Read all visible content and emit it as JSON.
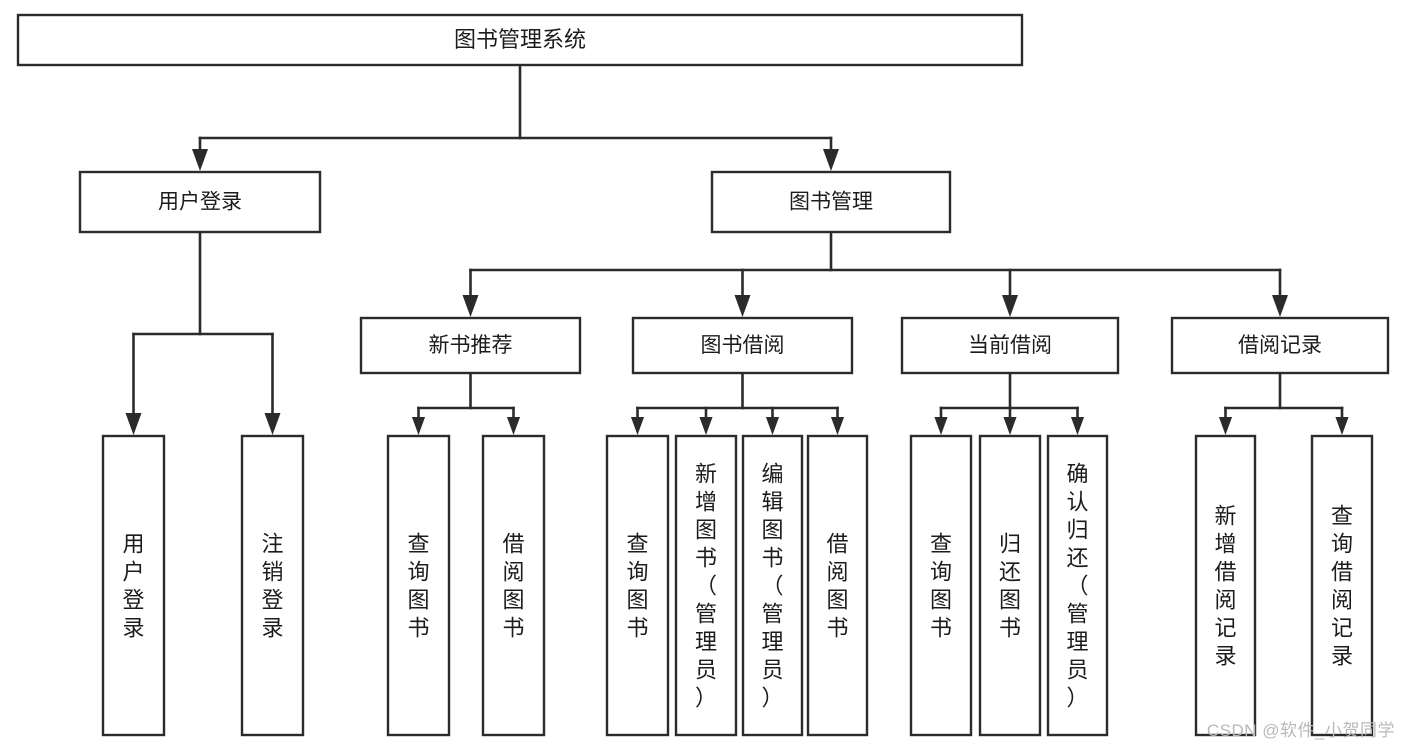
{
  "diagram": {
    "type": "tree",
    "title": "图书管理系统",
    "orientation": "top-down",
    "watermark": "CSDN @软件_小贺同学",
    "colors": {
      "box_stroke": "#2b2b2b",
      "box_fill": "#ffffff",
      "text": "#1c1c1c",
      "connector": "#2b2b2b",
      "background": "#ffffff",
      "watermark": "#b9b9b9"
    },
    "root": {
      "id": "root",
      "label": "图书管理系统"
    },
    "level2": [
      {
        "id": "user-login",
        "label": "用户登录"
      },
      {
        "id": "book-management",
        "label": "图书管理"
      }
    ],
    "level3": [
      {
        "id": "new-book-recommend",
        "label": "新书推荐",
        "parent": "book-management"
      },
      {
        "id": "book-borrow",
        "label": "图书借阅",
        "parent": "book-management"
      },
      {
        "id": "current-borrow",
        "label": "当前借阅",
        "parent": "book-management"
      },
      {
        "id": "borrow-record",
        "label": "借阅记录",
        "parent": "book-management"
      }
    ],
    "leaves": [
      {
        "id": "leaf-user-login",
        "label": "用户登录",
        "parent": "user-login"
      },
      {
        "id": "leaf-user-logout",
        "label": "注销登录",
        "parent": "user-login"
      },
      {
        "id": "leaf-query-book-1",
        "label": "查询图书",
        "parent": "new-book-recommend"
      },
      {
        "id": "leaf-borrow-book-1",
        "label": "借阅图书",
        "parent": "new-book-recommend"
      },
      {
        "id": "leaf-query-book-2",
        "label": "查询图书",
        "parent": "book-borrow"
      },
      {
        "id": "leaf-add-book",
        "label": "新增图书（管理员）",
        "parent": "book-borrow"
      },
      {
        "id": "leaf-edit-book",
        "label": "编辑图书（管理员）",
        "parent": "book-borrow"
      },
      {
        "id": "leaf-borrow-book-2",
        "label": "借阅图书",
        "parent": "book-borrow"
      },
      {
        "id": "leaf-query-book-3",
        "label": "查询图书",
        "parent": "current-borrow"
      },
      {
        "id": "leaf-return-book",
        "label": "归还图书",
        "parent": "current-borrow"
      },
      {
        "id": "leaf-confirm-return",
        "label": "确认归还（管理员）",
        "parent": "current-borrow"
      },
      {
        "id": "leaf-add-record",
        "label": "新增借阅记录",
        "parent": "borrow-record"
      },
      {
        "id": "leaf-query-record",
        "label": "查询借阅记录",
        "parent": "borrow-record"
      }
    ]
  }
}
